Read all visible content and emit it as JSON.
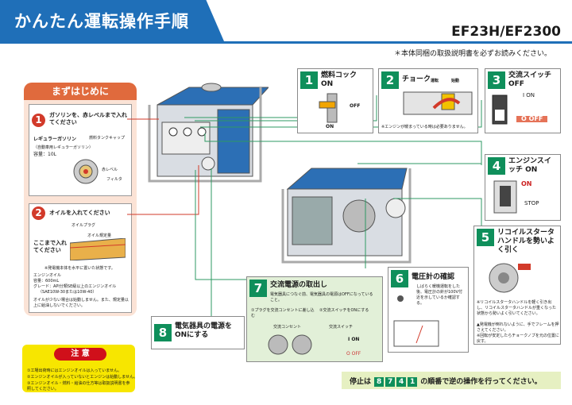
{
  "header": {
    "title": "かんたん運転操作手順",
    "model": "EF23H/EF2300",
    "note": "＊本体同梱の取扱説明書を必ずお読みください。"
  },
  "start": {
    "title": "まずはじめに",
    "s1": {
      "num": "1",
      "title": "ガソリンを、赤レベルまで入れてください",
      "fuel_type": "レギュラーガソリン",
      "fuel_sub": "（自動車用レギュラーガソリン）",
      "capacity": "容量：10L",
      "cap_label": "燃料タンクキャップ",
      "red_level": "赤レベル",
      "filter": "フィルタ"
    },
    "s2": {
      "num": "2",
      "title": "オイルを入れてください",
      "plug": "オイルプラグ",
      "level": "オイル規定量",
      "here": "ここまで入れてください",
      "flat": "※発電機本体を水平に置いた状態です。",
      "spec1": "エンジンオイル",
      "spec2": "容量：600mL",
      "spec3": "グレード：API分類SE級以上のエンジンオイル",
      "spec4": "（SAE10W-30または10W-40）",
      "warn": "オイルが少ない場合は始動しません。また、規定量以上に給油しないでください。"
    }
  },
  "steps": {
    "s1": {
      "num": "1",
      "title": "燃料コック ON",
      "off": "OFF",
      "on": "ON"
    },
    "s2": {
      "num": "2",
      "title": "チョーク",
      "op": "運転",
      "st": "始動",
      "note": "※エンジンが暖まっている時は必要ありません。"
    },
    "s3": {
      "num": "3",
      "title": "交流スイッチ OFF",
      "on": "I ON",
      "off": "O OFF"
    },
    "s4": {
      "num": "4",
      "title": "エンジンスイッチ ON",
      "on": "ON",
      "stop": "STOP"
    },
    "s5": {
      "num": "5",
      "title": "リコイルスタータハンドルを勢いよく引く",
      "n1": "※リコイルスタータハンドルを軽く引き出し、リコイルスタータハンドルが重くなった状態から勢いよく引いてください。",
      "n2": "▲発電機が倒れないように、手でフレームを押さえてください。",
      "n3": "※回転が安定したらチョークノブを元の位置に戻す。"
    },
    "s6": {
      "num": "6",
      "title": "電圧計の確認",
      "desc": "しばらく暖機運転をした後、電圧計の針が100V付近を示しているか確認する。"
    },
    "s7": {
      "num": "7",
      "title": "交流電源の取出し",
      "desc": "電気器具につなぐ前、電気器具の電源はOFFになっていること。",
      "c1": "①プラグを交流コンセントに差し込む",
      "c2": "②交流スイッチをONにする",
      "outlet": "交流コンセント",
      "sw": "交流スイッチ",
      "on": "I ON",
      "off": "O OFF"
    },
    "s8": {
      "num": "8",
      "title": "電気器具の電源をONにする"
    }
  },
  "caution": {
    "title": "注 意",
    "l1": "①工場出荷時にはエンジンオイルは入っていません。",
    "l2": "②エンジンオイルが入っていないとエンジンは始動しません。",
    "l3": "③エンジンオイル・燃料・給油の仕方等は取扱説明書を参照してください。"
  },
  "stop": {
    "pre": "停止は",
    "seq": [
      "8",
      "7",
      "4",
      "1"
    ],
    "post": "の順番で逆の操作を行ってください。"
  }
}
